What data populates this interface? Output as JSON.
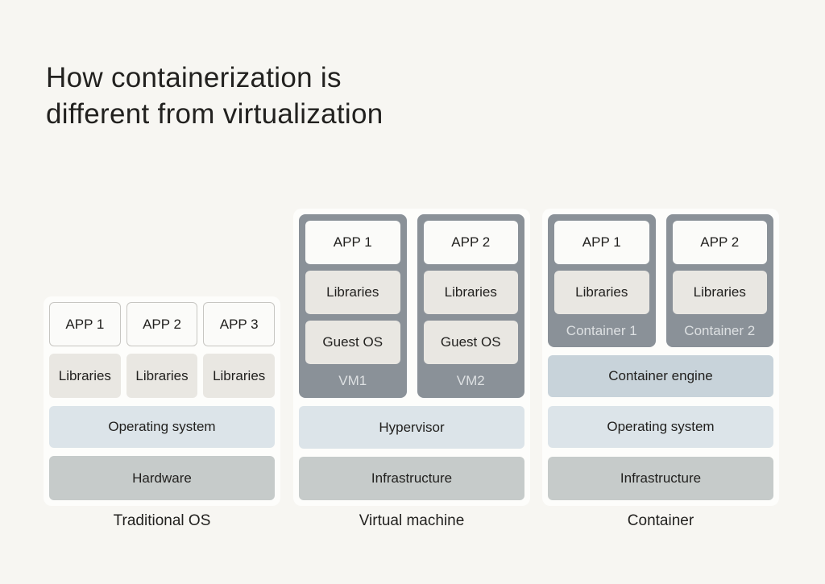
{
  "title": {
    "line1": "How containerization is",
    "line2": "different from virtualization"
  },
  "colors": {
    "background": "#f7f6f2",
    "panel": "#fdfdfb",
    "app_box": "#fbfbf9",
    "app_border": "#c7c6c2",
    "light_box": "#e9e7e2",
    "dark_box": "#8a9198",
    "dark_box_text": "#dde0e2",
    "blue_bar": "#dce4e9",
    "engine_bar": "#c8d3da",
    "gray_bar": "#c6cbca",
    "text": "#22211f"
  },
  "columns": [
    {
      "caption": "Traditional OS",
      "apps": [
        "APP 1",
        "APP 2",
        "APP 3"
      ],
      "libs": [
        "Libraries",
        "Libraries",
        "Libraries"
      ],
      "os_label": "Operating system",
      "hardware_label": "Hardware"
    },
    {
      "caption": "Virtual machine",
      "vms": [
        {
          "name": "VM1",
          "app": "APP 1",
          "libraries": "Libraries",
          "guest_os": "Guest OS"
        },
        {
          "name": "VM2",
          "app": "APP 2",
          "libraries": "Libraries",
          "guest_os": "Guest OS"
        }
      ],
      "hypervisor_label": "Hypervisor",
      "infrastructure_label": "Infrastructure"
    },
    {
      "caption": "Container",
      "containers": [
        {
          "name": "Container 1",
          "app": "APP 1",
          "libraries": "Libraries"
        },
        {
          "name": "Container 2",
          "app": "APP 2",
          "libraries": "Libraries"
        }
      ],
      "engine_label": "Container engine",
      "os_label": "Operating system",
      "infrastructure_label": "Infrastructure"
    }
  ]
}
